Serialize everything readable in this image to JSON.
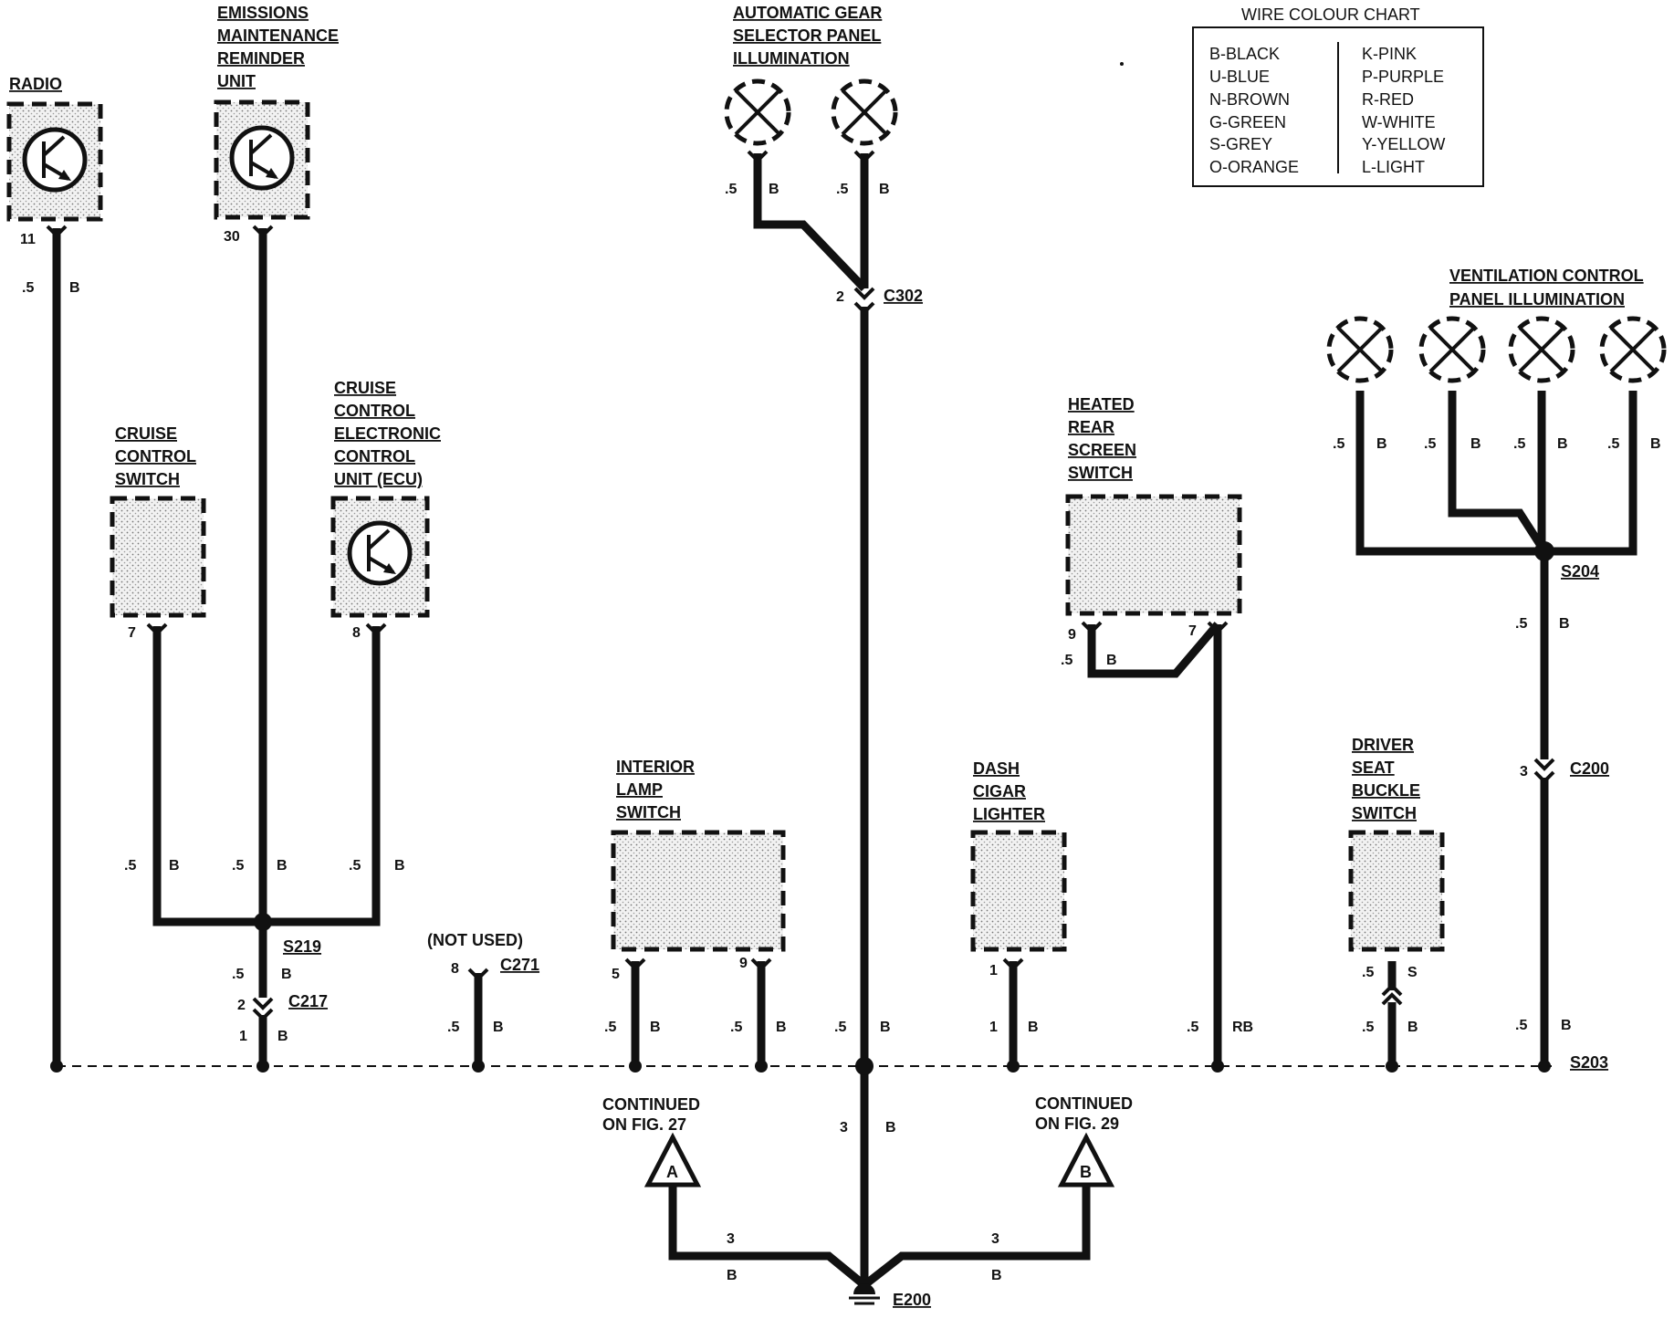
{
  "components": {
    "radio": [
      "RADIO"
    ],
    "emr": [
      "EMISSIONS",
      "MAINTENANCE",
      "REMINDER",
      "UNIT"
    ],
    "gear": [
      "AUTOMATIC GEAR",
      "SELECTOR PANEL",
      "ILLUMINATION"
    ],
    "cruise_switch": [
      "CRUISE",
      "CONTROL",
      "SWITCH"
    ],
    "cruise_ecu": [
      "CRUISE",
      "CONTROL",
      "ELECTRONIC",
      "CONTROL",
      "UNIT (ECU)"
    ],
    "heated": [
      "HEATED",
      "REAR",
      "SCREEN",
      "SWITCH"
    ],
    "vent": [
      "VENTILATION CONTROL",
      "PANEL ILLUMINATION"
    ],
    "interior": [
      "INTERIOR",
      "LAMP",
      "SWITCH"
    ],
    "dash": [
      "DASH",
      "CIGAR",
      "LIGHTER"
    ],
    "driver": [
      "DRIVER",
      "SEAT",
      "BUCKLE",
      "SWITCH"
    ],
    "not_used": "(NOT USED)"
  },
  "connectors": {
    "C302": "C302",
    "C217": "C217",
    "C271": "C271",
    "C200": "C200",
    "S219": "S219",
    "S204": "S204",
    "S203": "S203",
    "E200": "E200"
  },
  "continued": {
    "a_text": [
      "CONTINUED",
      "ON FIG. 27"
    ],
    "a_letter": "A",
    "b_text": [
      "CONTINUED",
      "ON FIG. 29"
    ],
    "b_letter": "B"
  },
  "colour_chart": {
    "title": "WIRE COLOUR CHART",
    "left": [
      "B-BLACK",
      "U-BLUE",
      "N-BROWN",
      "G-GREEN",
      "S-GREY",
      "O-ORANGE"
    ],
    "right": [
      "K-PINK",
      "P-PURPLE",
      "R-RED",
      "W-WHITE",
      "Y-YELLOW",
      "L-LIGHT"
    ]
  },
  "wire_labels": [
    {
      "id": "radio-size",
      "text": ".5"
    },
    {
      "id": "radio-colour",
      "text": "B"
    },
    {
      "id": "radio-pin",
      "text": "11"
    },
    {
      "id": "emr-pin",
      "text": "30"
    },
    {
      "id": "gear1-size",
      "text": ".5"
    },
    {
      "id": "gear1-colour",
      "text": "B"
    },
    {
      "id": "gear2-size",
      "text": ".5"
    },
    {
      "id": "gear2-colour",
      "text": "B"
    },
    {
      "id": "c302-pin",
      "text": "2"
    },
    {
      "id": "vent1-size",
      "text": ".5"
    },
    {
      "id": "vent1-colour",
      "text": "B"
    },
    {
      "id": "vent2-size",
      "text": ".5"
    },
    {
      "id": "vent2-colour",
      "text": "B"
    },
    {
      "id": "vent3-size",
      "text": ".5"
    },
    {
      "id": "vent3-colour",
      "text": "B"
    },
    {
      "id": "vent4-size",
      "text": ".5"
    },
    {
      "id": "vent4-colour",
      "text": "B"
    },
    {
      "id": "s204-size",
      "text": ".5"
    },
    {
      "id": "s204-colour",
      "text": "B"
    },
    {
      "id": "c200-pin",
      "text": "3"
    },
    {
      "id": "heated-pin9",
      "text": "9"
    },
    {
      "id": "heated-pin7",
      "text": "7"
    },
    {
      "id": "heated-size",
      "text": ".5"
    },
    {
      "id": "heated-colour",
      "text": "B"
    },
    {
      "id": "cs-pin",
      "text": "7"
    },
    {
      "id": "ecu-pin",
      "text": "8"
    },
    {
      "id": "cs-size",
      "text": ".5"
    },
    {
      "id": "cs-colour",
      "text": "B"
    },
    {
      "id": "emr-size",
      "text": ".5"
    },
    {
      "id": "emr-colour",
      "text": "B"
    },
    {
      "id": "ecu-size",
      "text": ".5"
    },
    {
      "id": "ecu-colour",
      "text": "B"
    },
    {
      "id": "s219-size",
      "text": ".5"
    },
    {
      "id": "s219-colour",
      "text": "B"
    },
    {
      "id": "c217-pin2",
      "text": "2"
    },
    {
      "id": "c217-pin1",
      "text": "1"
    },
    {
      "id": "c217-colour",
      "text": "B"
    },
    {
      "id": "c271-pin",
      "text": "8"
    },
    {
      "id": "c271-size",
      "text": ".5"
    },
    {
      "id": "c271-colour",
      "text": "B"
    },
    {
      "id": "il-pin5",
      "text": "5"
    },
    {
      "id": "il-pin9",
      "text": "9"
    },
    {
      "id": "il1-size",
      "text": ".5"
    },
    {
      "id": "il1-colour",
      "text": "B"
    },
    {
      "id": "il2-size",
      "text": ".5"
    },
    {
      "id": "il2-colour",
      "text": "B"
    },
    {
      "id": "main-size",
      "text": ".5"
    },
    {
      "id": "main-colour",
      "text": "B"
    },
    {
      "id": "dash-pin",
      "text": "1"
    },
    {
      "id": "dash-pin2",
      "text": "1"
    },
    {
      "id": "dash-colour",
      "text": "B"
    },
    {
      "id": "hr-size",
      "text": ".5"
    },
    {
      "id": "hr-colour",
      "text": "RB"
    },
    {
      "id": "ds-size",
      "text": ".5"
    },
    {
      "id": "ds-colour",
      "text": "S"
    },
    {
      "id": "ds2-size",
      "text": ".5"
    },
    {
      "id": "ds2-colour",
      "text": "B"
    },
    {
      "id": "s203-size",
      "text": ".5"
    },
    {
      "id": "s203-colour",
      "text": "B"
    },
    {
      "id": "ground-size",
      "text": "3"
    },
    {
      "id": "ground-colour",
      "text": "B"
    },
    {
      "id": "a-size",
      "text": "3"
    },
    {
      "id": "a-colour",
      "text": "B"
    },
    {
      "id": "b-size",
      "text": "3"
    },
    {
      "id": "b-colour",
      "text": "B"
    }
  ]
}
